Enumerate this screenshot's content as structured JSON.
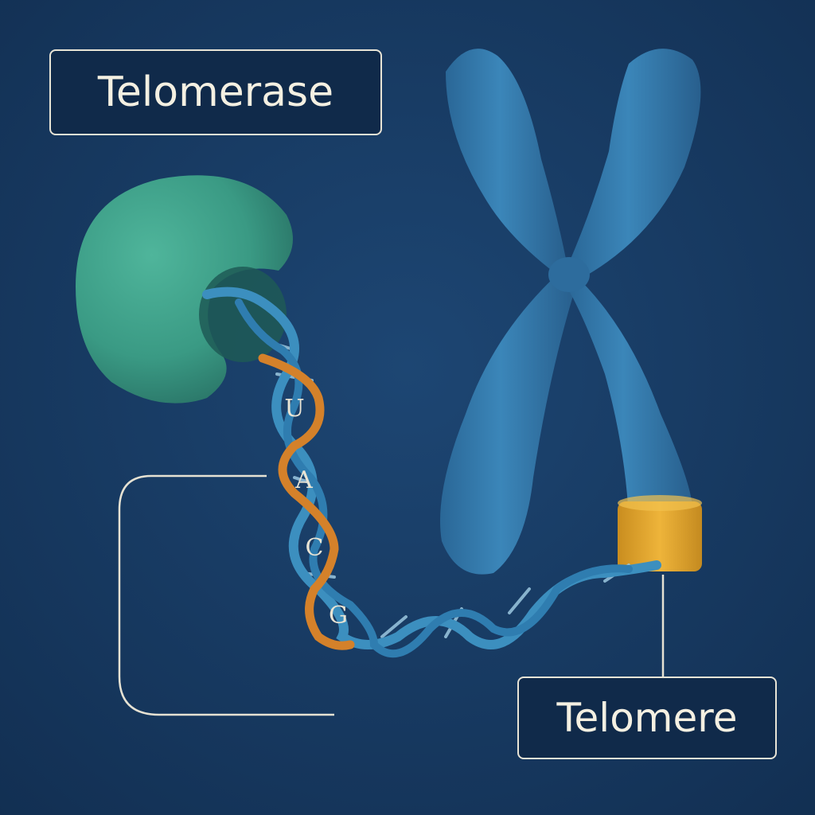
{
  "labels": {
    "telomerase": "Telomerase",
    "telomere": "Telomere"
  },
  "bases": [
    "U",
    "A",
    "C",
    "G"
  ],
  "colors": {
    "background": "#173a63",
    "telomerase_enzyme": "#3a9a84",
    "chromosome": "#2f74a6",
    "dna_strand": "#3c8fbf",
    "rna_template": "#d4812a",
    "telomere_cap": "#e3a52c",
    "label_border": "#e8e4d6"
  }
}
